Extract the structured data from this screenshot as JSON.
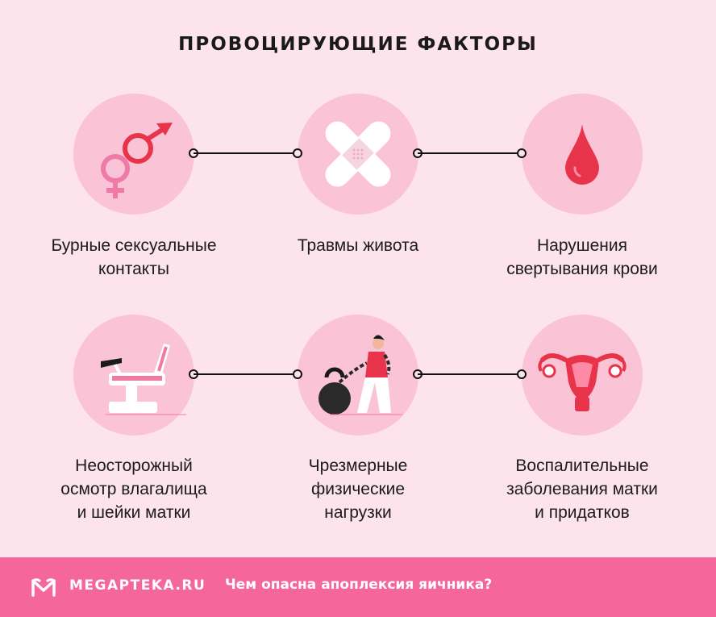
{
  "title": "ПРОВОЦИРУЮЩИЕ ФАКТОРЫ",
  "factors": [
    {
      "label": "Бурные сексуальные\nконтакты",
      "icon": "gender-symbols-icon"
    },
    {
      "label": "Травмы живота",
      "icon": "bandage-icon"
    },
    {
      "label": "Нарушения\nсвертывания крови",
      "icon": "blood-drop-icon"
    },
    {
      "label": "Неосторожный\nосмотр влагалища\nи шейки матки",
      "icon": "gynecological-chair-icon"
    },
    {
      "label": "Чрезмерные\nфизические\nнагрузки",
      "icon": "woman-dragging-kettlebell-icon"
    },
    {
      "label": "Воспалительные\nзаболевания матки\nи придатков",
      "icon": "uterus-icon"
    }
  ],
  "footer": {
    "brand": "MEGAPTEKA.RU",
    "tagline": "Чем опасна апоплексия яичника?",
    "logo_icon": "megapteka-logo-icon"
  },
  "colors": {
    "background": "#fde4ec",
    "circle": "#fac3d6",
    "accent_red": "#e8344a",
    "footer": "#f5679a"
  }
}
